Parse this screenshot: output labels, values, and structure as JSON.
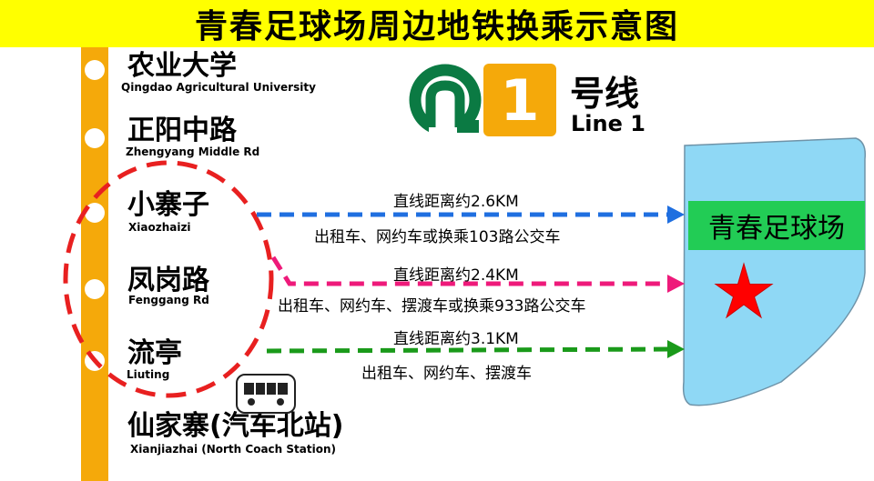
{
  "title": "青春足球场周边地铁换乘示意图",
  "line": {
    "label_cn": "号线",
    "label_en": "Line 1",
    "number": "1",
    "color": "#f5a90a"
  },
  "stations": [
    {
      "cn": "农业大学",
      "en": "Qingdao Agricultural University"
    },
    {
      "cn": "正阳中路",
      "en": "Zhengyang Middle Rd"
    },
    {
      "cn": "小寨子",
      "en": "Xiaozhaizi"
    },
    {
      "cn": "凤岗路",
      "en": "Fenggang Rd"
    },
    {
      "cn": "流亭",
      "en": "Liuting"
    },
    {
      "cn": "仙家寨(汽车北站)",
      "en": "Xianjiazhai (North Coach Station)"
    }
  ],
  "routes": [
    {
      "distance": "直线距离约2.6KM",
      "transport": "出租车、网约车或换乘103路公交车",
      "color": "#1f6fe0"
    },
    {
      "distance": "直线距离约2.4KM",
      "transport": "出租车、网约车、摆渡车或换乘933路公交车",
      "color": "#ee1a7a"
    },
    {
      "distance": "直线距离约3.1KM",
      "transport": "出租车、网约车、摆渡车",
      "color": "#1a9a1a"
    }
  ],
  "destination": {
    "name": "青春足球场",
    "area_color": "#8fd8f5",
    "label_color": "#22cc55",
    "marker_color": "#ff0000"
  },
  "icons": [
    "metro-logo-icon",
    "bus-icon",
    "star-marker-icon"
  ]
}
